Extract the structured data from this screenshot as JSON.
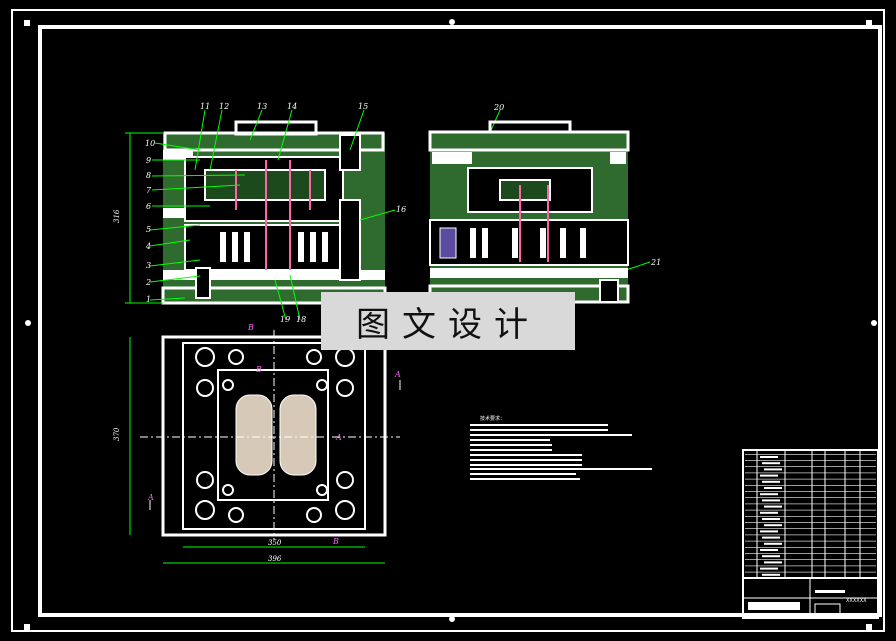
{
  "watermark": {
    "text": "图文设计"
  },
  "callouts": [
    "1",
    "2",
    "3",
    "4",
    "5",
    "6",
    "7",
    "8",
    "9",
    "10",
    "11",
    "12",
    "13",
    "14",
    "15",
    "16",
    "18",
    "19",
    "20",
    "21"
  ],
  "section_letters": {
    "a": "A",
    "b": "B"
  },
  "dimensions": {
    "left_vertical": "316",
    "plan_vertical": "370",
    "plan_inner_width": "350",
    "plan_outer_width": "396"
  },
  "notes": {
    "heading": "技术要求："
  },
  "title_block": {
    "drawing_no": "XXXXXX"
  }
}
